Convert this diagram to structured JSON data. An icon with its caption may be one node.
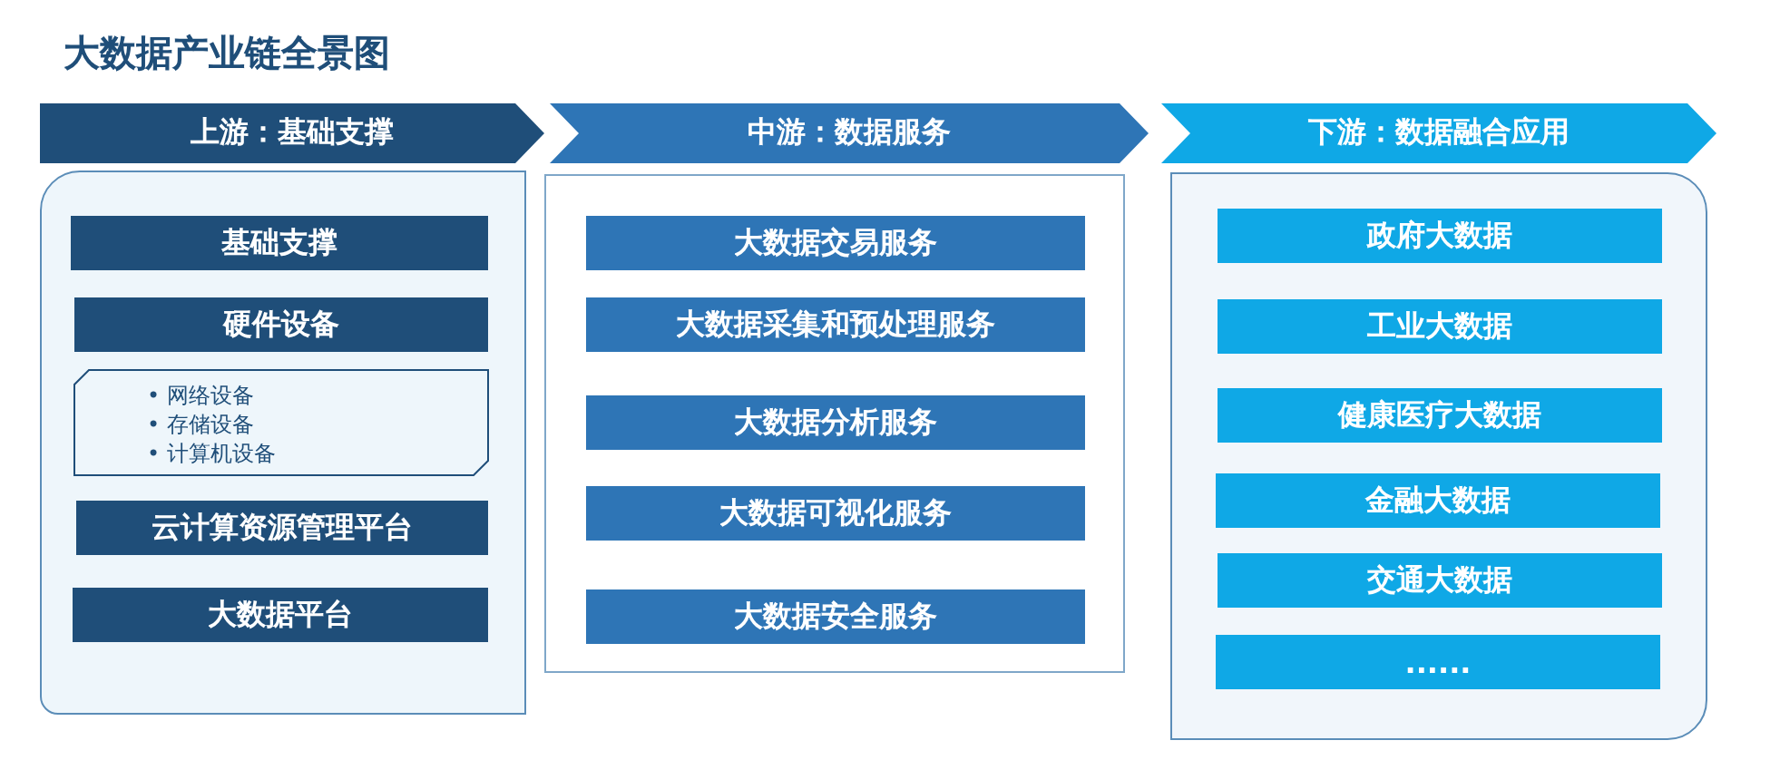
{
  "diagram": {
    "title": "大数据产业链全景图",
    "nodes": [
      {
        "text": [
          "上游：基础支撑"
        ]
      },
      {
        "text": [],
        "shape": "box"
      },
      {
        "text": [
          "基础支撑"
        ],
        "in": 1
      },
      {
        "text": [
          "硬件设备"
        ],
        "in": 1
      },
      {
        "text": [
          "• 网络设备",
          "• 存储设备",
          "• 计算机设备"
        ],
        "in": 1
      },
      {
        "text": [
          "云计算资源管理平台"
        ],
        "in": 1
      },
      {
        "text": [
          "大数据平台"
        ],
        "in": 1
      },
      {
        "text": [
          "中游：数据服务"
        ]
      },
      {
        "text": [],
        "shape": "box"
      },
      {
        "text": [
          "大数据交易服务"
        ],
        "in": 8
      },
      {
        "text": [
          "大数据采集和预处理服务"
        ],
        "in": 8
      },
      {
        "text": [
          "大数据分析服务"
        ],
        "in": 8
      },
      {
        "text": [
          "大数据可视化服务"
        ],
        "in": 8
      },
      {
        "text": [
          "大数据安全服务"
        ],
        "in": 8
      },
      {
        "text": [
          "下游：数据融合应用"
        ]
      },
      {
        "text": [],
        "shape": "box"
      },
      {
        "text": [
          "政府大数据"
        ],
        "in": 15
      },
      {
        "text": [
          "工业大数据"
        ],
        "in": 15
      },
      {
        "text": [
          "健康医疗大数据"
        ],
        "in": 15
      },
      {
        "text": [
          "金融大数据"
        ],
        "in": 15
      },
      {
        "text": [
          "交通大数据"
        ],
        "in": 15
      },
      {
        "text": [
          "......"
        ],
        "in": 15
      }
    ]
  }
}
